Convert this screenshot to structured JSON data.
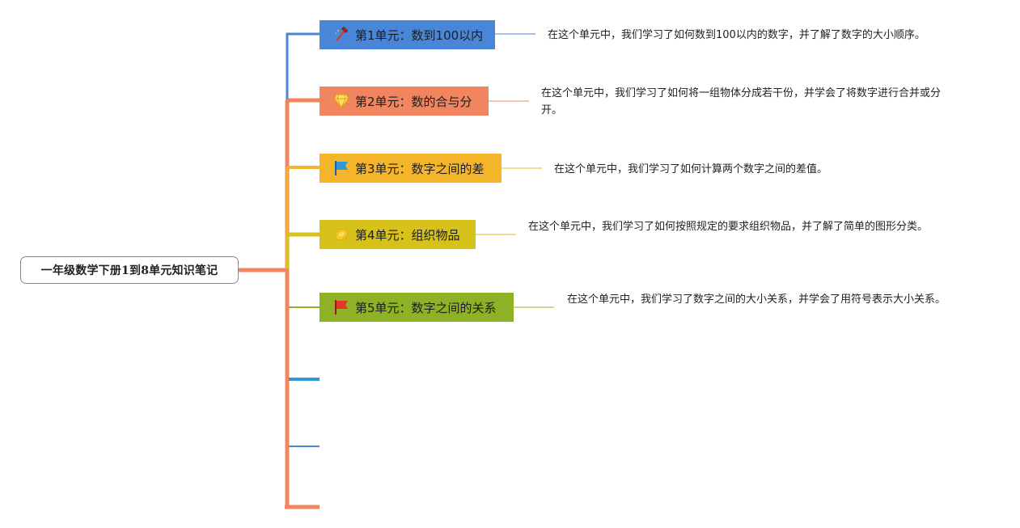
{
  "root": {
    "title": "一年级数学下册1到8单元知识笔记"
  },
  "units": [
    {
      "label": "第1单元：数到100以内",
      "icon": "hammer-icon",
      "color": "#4a86d8",
      "note": "在这个单元中，我们学习了如何数到100以内的数字，并了解了数字的大小顺序。"
    },
    {
      "label": "第2单元：数的合与分",
      "icon": "diamond-icon",
      "color": "#f0855f",
      "note": "在这个单元中，我们学习了如何将一组物体分成若干份，并学会了将数字进行合并或分开。"
    },
    {
      "label": "第3单元：数字之间的差",
      "icon": "blue-flag-icon",
      "color": "#f4b52a",
      "note": "在这个单元中，我们学习了如何计算两个数字之间的差值。"
    },
    {
      "label": "第4单元：组织物品",
      "icon": "lemon-icon",
      "color": "#d6c21a",
      "note": "在这个单元中，我们学习了如何按照规定的要求组织物品，并了解了简单的图形分类。"
    },
    {
      "label": "第5单元：数字之间的关系",
      "icon": "red-flag-icon",
      "color": "#8db226",
      "note": "在这个单元中，我们学习了数字之间的大小关系，并学会了用符号表示大小关系。"
    }
  ],
  "empty_branch_colors": [
    "#2f97d8",
    "#4a86d8",
    "#f0855f"
  ]
}
